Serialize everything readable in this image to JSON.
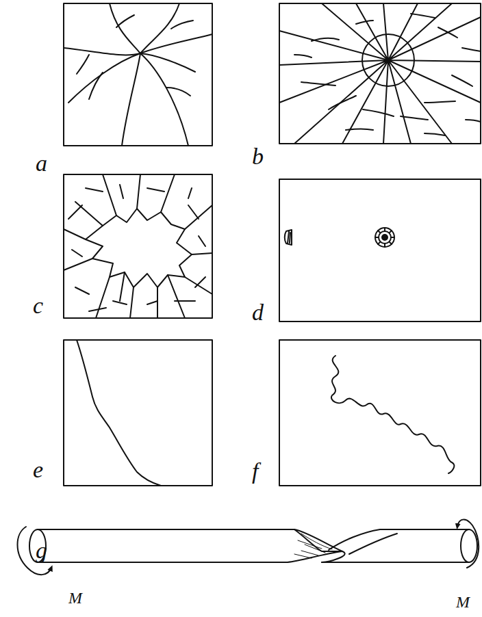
{
  "diagram": {
    "labels": [
      "a",
      "b",
      "c",
      "d",
      "e",
      "f",
      "g",
      "M",
      "M"
    ]
  }
}
